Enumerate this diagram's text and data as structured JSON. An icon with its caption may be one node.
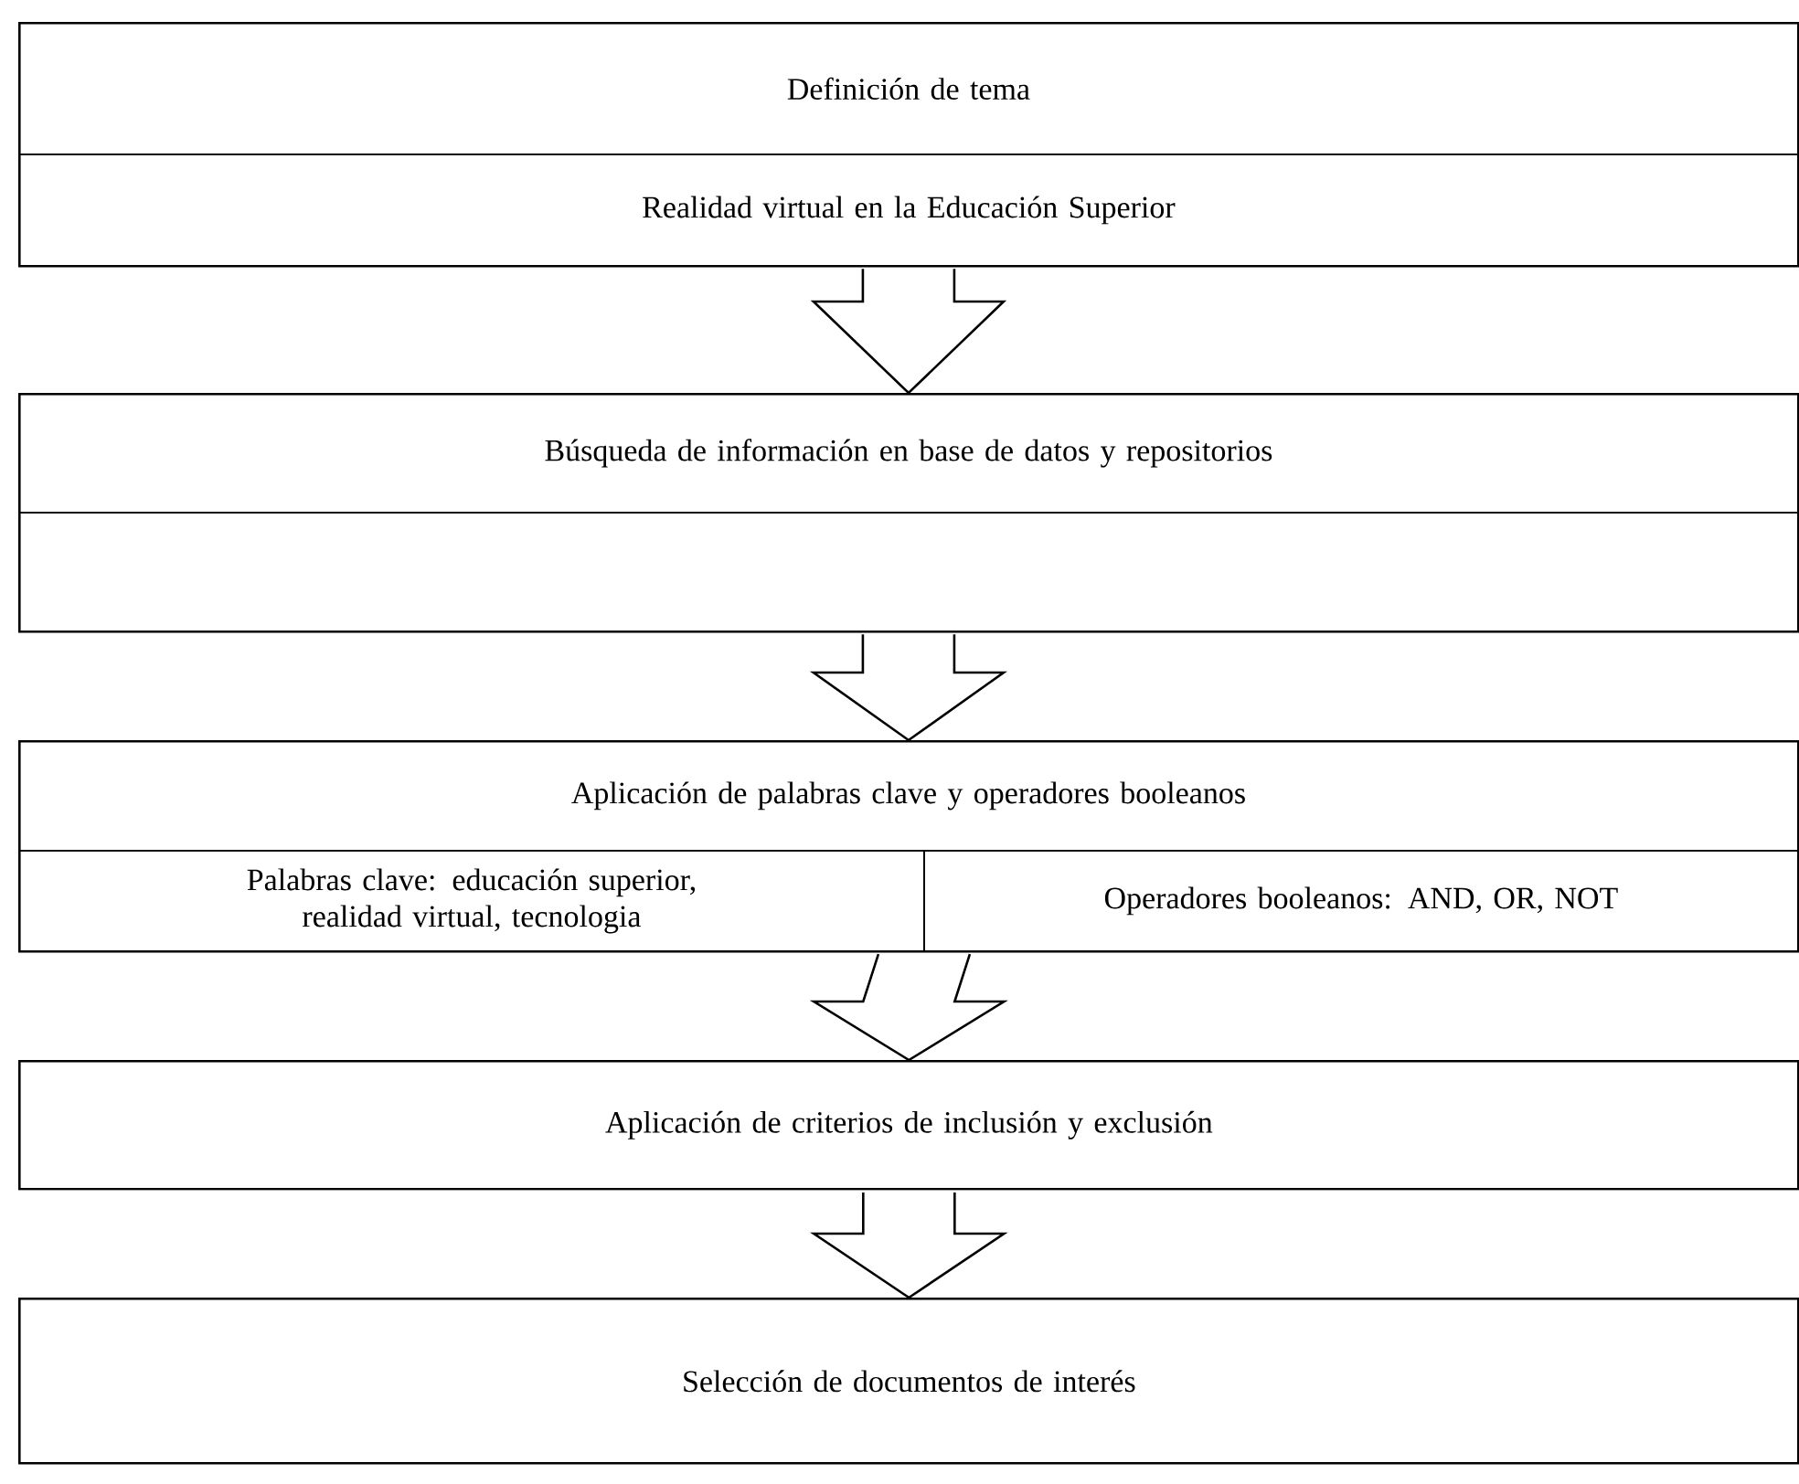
{
  "diagram": {
    "nodes": [
      {
        "text": [],
        "shape": "box"
      },
      {
        "text": [
          "Definición de tema"
        ],
        "in": 0
      },
      {
        "text": [
          "Realidad virtual en la Educación Superior"
        ],
        "in": 0
      },
      {
        "text": [],
        "shape": "box"
      },
      {
        "text": [
          "Búsqueda de información en base de datos y repositorios"
        ],
        "in": 3
      },
      {
        "text": [],
        "shape": "box",
        "in": 3
      },
      {
        "text": [],
        "shape": "box"
      },
      {
        "text": [
          "Aplicación de palabras clave y operadores booleanos"
        ],
        "in": 6
      },
      {
        "text": [
          "Palabras clave: educación superior, realidad virtual, tecnologia"
        ],
        "in": 6
      },
      {
        "text": [
          "Operadores booleanos: AND, OR, NOT"
        ],
        "in": 6
      },
      {
        "text": [
          "Aplicación de criterios de inclusión y exclusión"
        ]
      },
      {
        "text": [
          "Selección de documentos de interés"
        ]
      }
    ],
    "edges": [
      {
        "from": 2,
        "to": 4,
        "arrow": "to"
      },
      {
        "from": 5,
        "to": 7,
        "arrow": "to"
      },
      {
        "from": 8,
        "to": 10,
        "arrow": "to"
      },
      {
        "from": 9,
        "to": 10,
        "arrow": "to"
      },
      {
        "from": 10,
        "to": 11,
        "arrow": "to"
      }
    ]
  }
}
